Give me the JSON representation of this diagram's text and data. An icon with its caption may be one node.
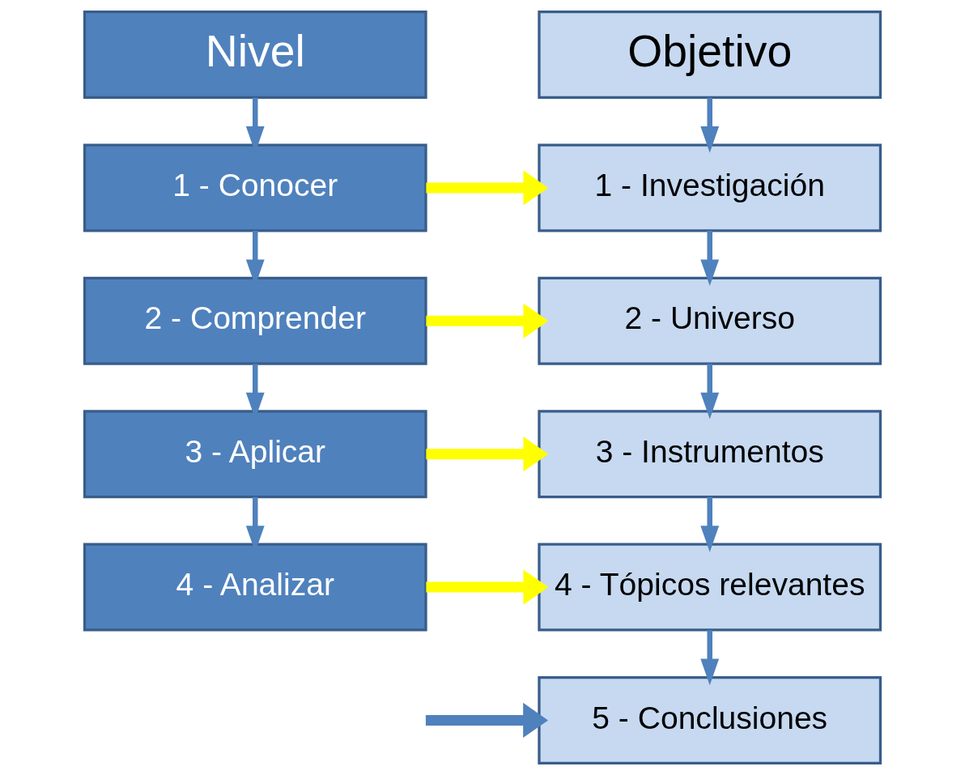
{
  "diagram": {
    "nodes": [
      {
        "text": [
          "Nivel"
        ]
      },
      {
        "text": [
          "1 - Conocer"
        ]
      },
      {
        "text": [
          "2 - Comprender"
        ]
      },
      {
        "text": [
          "3 - Aplicar"
        ]
      },
      {
        "text": [
          "4 - Analizar"
        ]
      },
      {
        "text": [
          "Objetivo"
        ]
      },
      {
        "text": [
          "1 - Investigación"
        ]
      },
      {
        "text": [
          "2 - Universo"
        ]
      },
      {
        "text": [
          "3 - Instrumentos"
        ]
      },
      {
        "text": [
          "4 - Tópicos relevantes"
        ]
      },
      {
        "text": [
          "5 - Conclusiones"
        ]
      }
    ],
    "edges": [
      {
        "from": 0,
        "to": 1,
        "arrow": "to"
      },
      {
        "from": 1,
        "to": 2,
        "arrow": "to"
      },
      {
        "from": 2,
        "to": 3,
        "arrow": "to"
      },
      {
        "from": 3,
        "to": 4,
        "arrow": "to"
      },
      {
        "from": 5,
        "to": 6,
        "arrow": "to"
      },
      {
        "from": 6,
        "to": 7,
        "arrow": "to"
      },
      {
        "from": 7,
        "to": 8,
        "arrow": "to"
      },
      {
        "from": 8,
        "to": 9,
        "arrow": "to"
      },
      {
        "from": 9,
        "to": 10,
        "arrow": "to"
      },
      {
        "from": 1,
        "to": 6,
        "arrow": "to",
        "style": "thick",
        "color": "#ffff00"
      },
      {
        "from": 2,
        "to": 7,
        "arrow": "to",
        "style": "thick",
        "color": "#ffff00"
      },
      {
        "from": 3,
        "to": 8,
        "arrow": "to",
        "style": "thick",
        "color": "#ffff00"
      },
      {
        "from": 4,
        "to": 9,
        "arrow": "to",
        "style": "thick",
        "color": "#ffff00"
      },
      {
        "from": null,
        "to": 10,
        "arrow": "to",
        "style": "thick"
      }
    ]
  }
}
